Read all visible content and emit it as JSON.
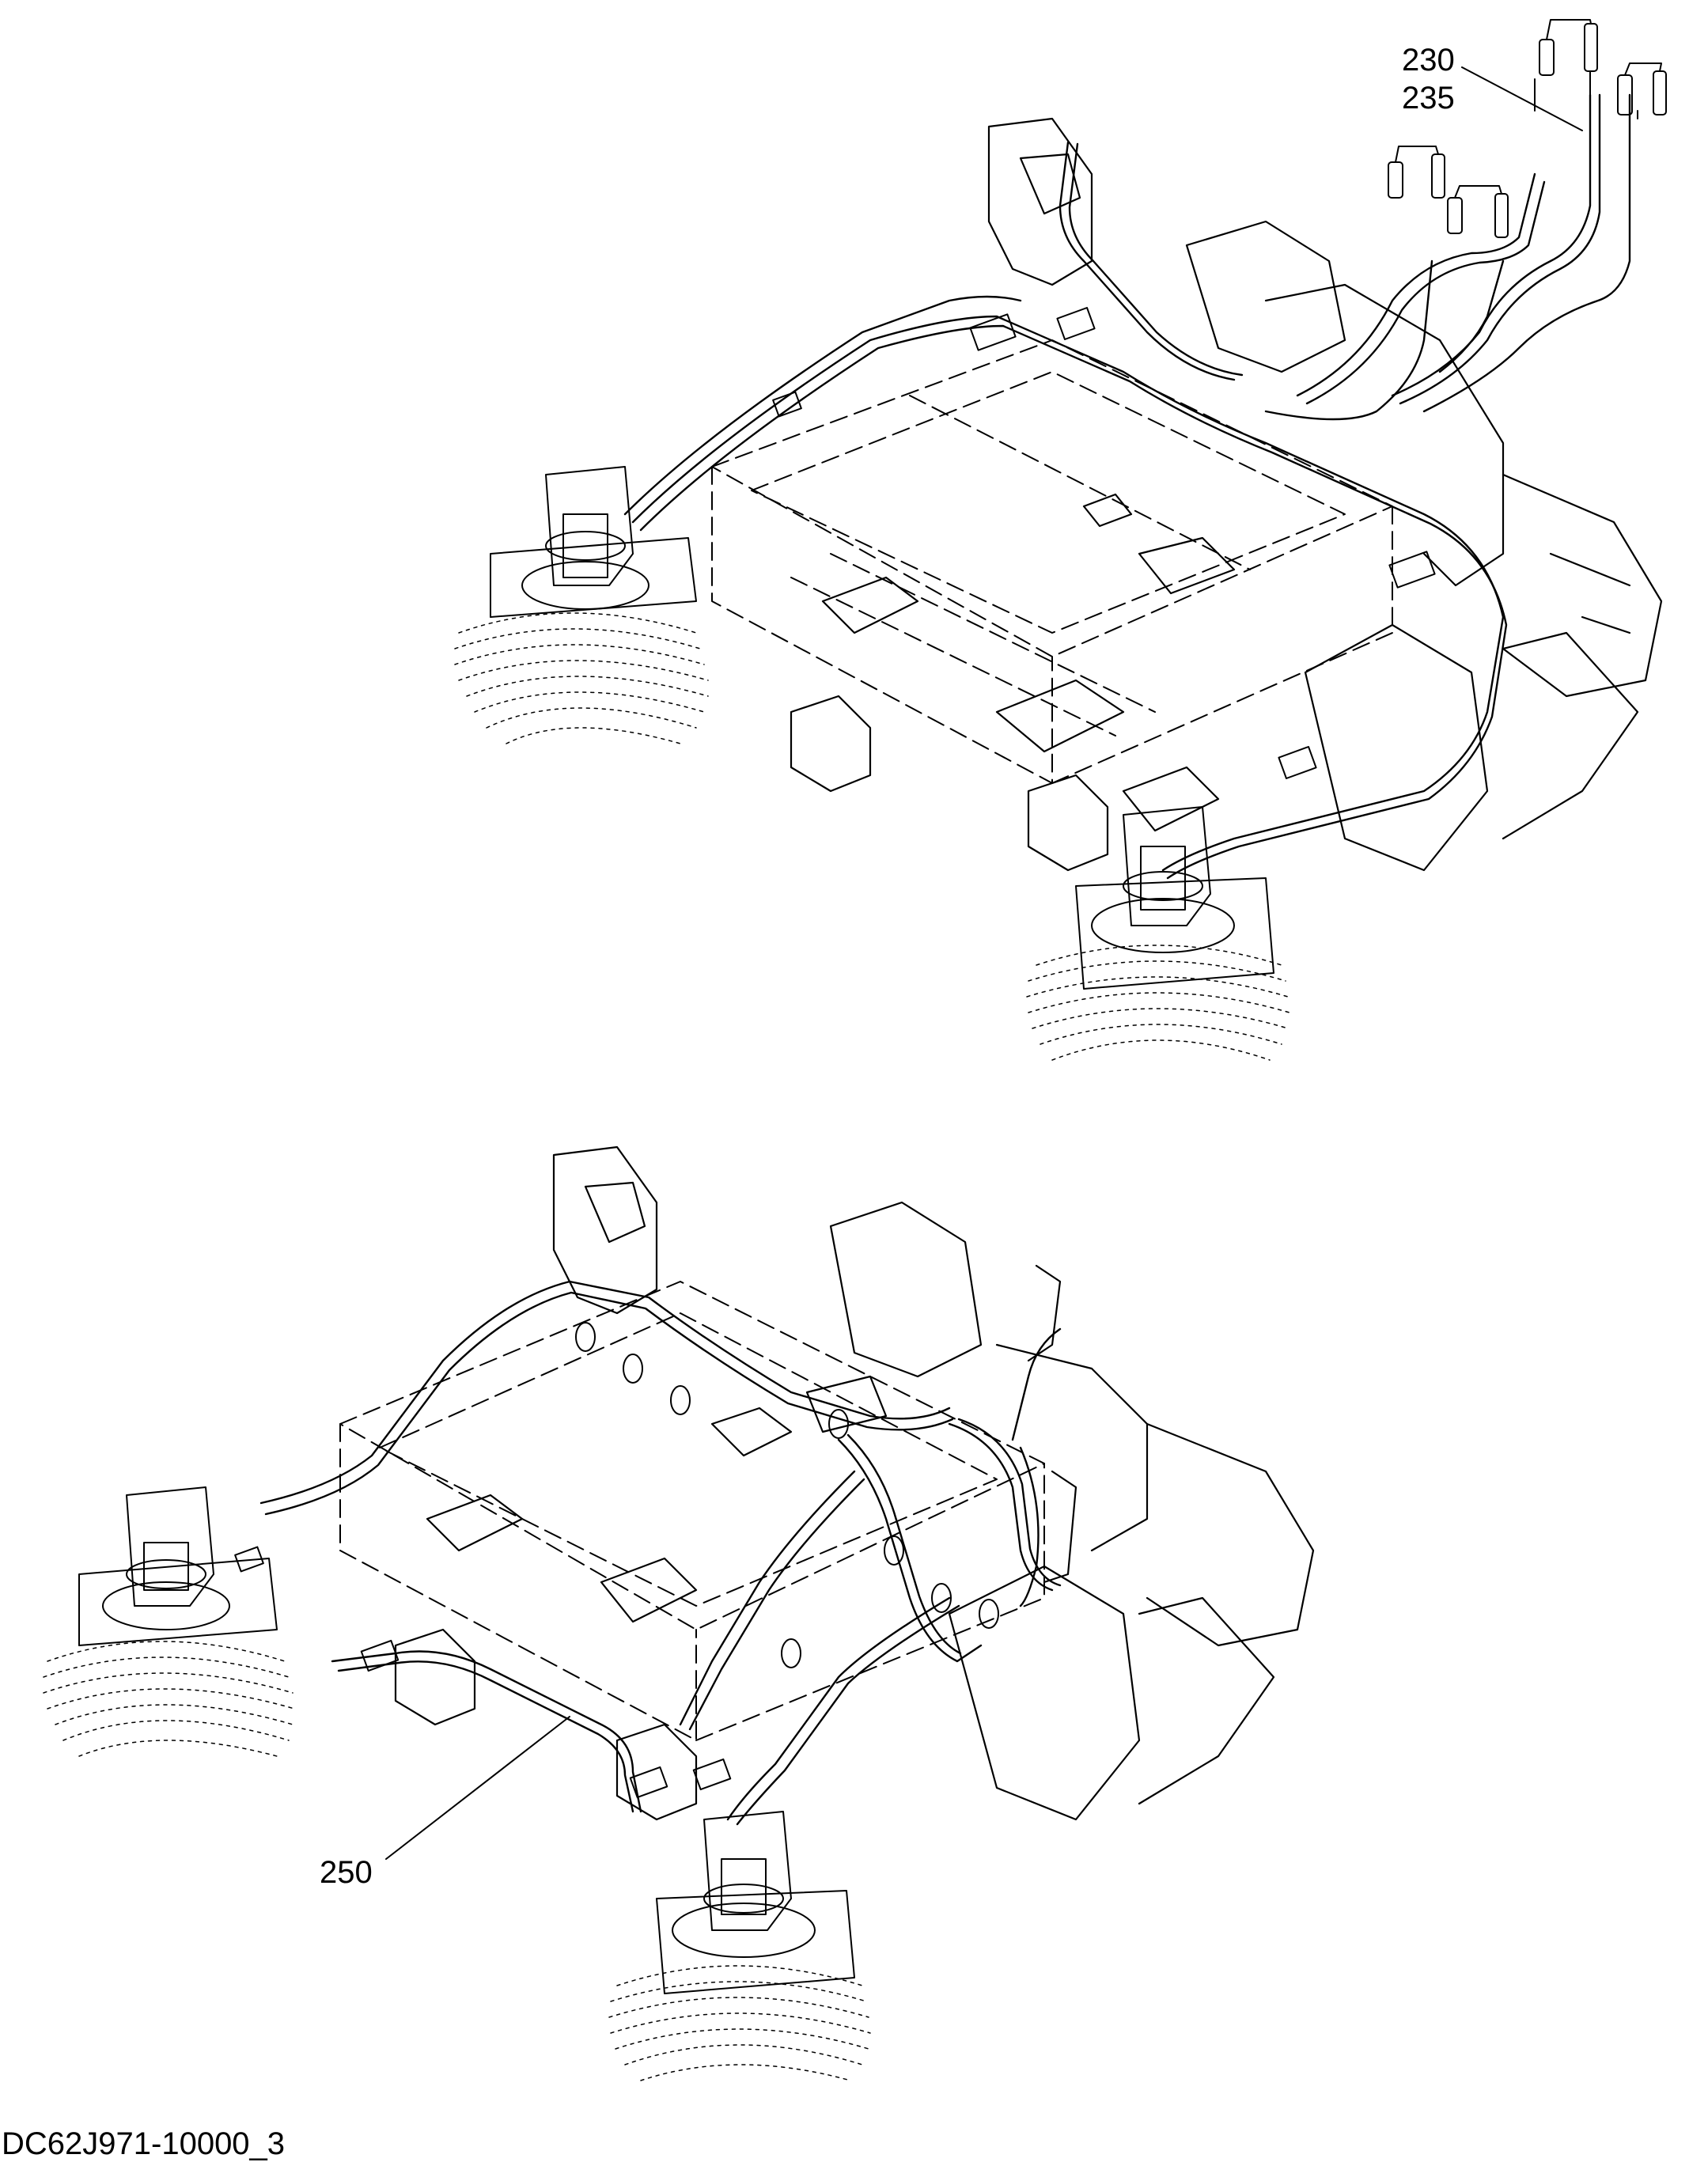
{
  "callouts": [
    {
      "id": "c230",
      "label": "230"
    },
    {
      "id": "c235",
      "label": "235"
    },
    {
      "id": "c250",
      "label": "250"
    }
  ],
  "document_code": "DC62J971-10000_3",
  "colors": {
    "line": "#000000",
    "background": "#ffffff"
  }
}
